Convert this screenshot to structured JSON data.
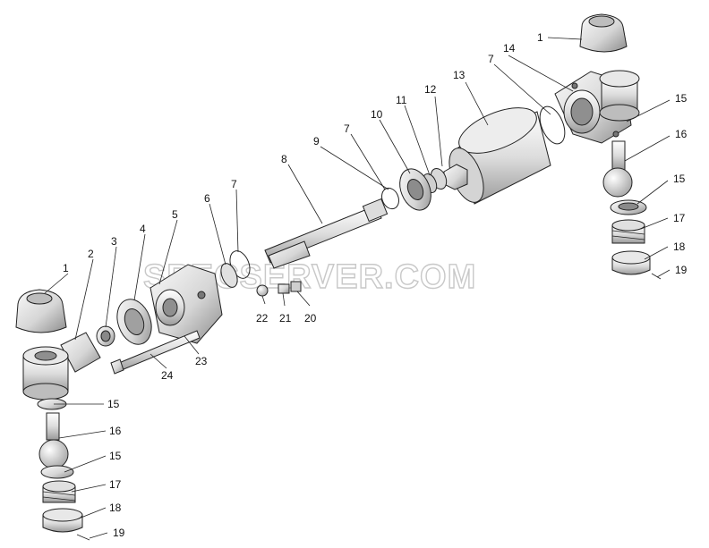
{
  "watermark": "SPECSERVER.COM",
  "colors": {
    "line": "#222222",
    "metal_light": "#f2f2f2",
    "metal_mid": "#c9c9c9",
    "metal_dark": "#8a8a8a",
    "watermark": "#c8c8c8"
  },
  "callouts": {
    "c1l": "1",
    "c2": "2",
    "c3": "3",
    "c4": "4",
    "c5": "5",
    "c6": "6",
    "c7a": "7",
    "c8": "8",
    "c9": "9",
    "c7b": "7",
    "c10": "10",
    "c11": "11",
    "c12": "12",
    "c13": "13",
    "c7c": "7",
    "c14": "14",
    "c1r": "1",
    "c15ra": "15",
    "c16r": "16",
    "c15rb": "15",
    "c17r": "17",
    "c18r": "18",
    "c19r": "19",
    "c22": "22",
    "c21": "21",
    "c20": "20",
    "c23": "23",
    "c24": "24",
    "c15la": "15",
    "c16l": "16",
    "c15lb": "15",
    "c17l": "17",
    "c18l": "18",
    "c19l": "19"
  }
}
